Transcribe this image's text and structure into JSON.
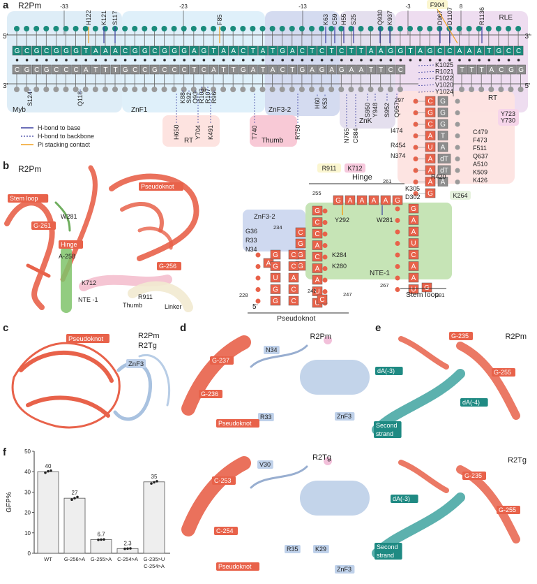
{
  "panel_a": {
    "letter": "a",
    "title": "R2Pm",
    "ends": {
      "top_left": "5'",
      "top_right": "3'",
      "bottom_left": "3'",
      "bottom_right": "5'"
    },
    "ticks": [
      "-33",
      "-23",
      "-13",
      "-3",
      "8"
    ],
    "top_strand": [
      "G",
      "C",
      "G",
      "C",
      "G",
      "G",
      "G",
      "T",
      "A",
      "A",
      "A",
      "C",
      "G",
      "G",
      "C",
      "G",
      "G",
      "G",
      "A",
      "G",
      "T",
      "A",
      "A",
      "C",
      "T",
      "A",
      "T",
      "G",
      "A",
      "C",
      "T",
      "C",
      "T",
      "C",
      "T",
      "T",
      "A",
      "A",
      "G",
      "G",
      "T",
      "A",
      "G",
      "C",
      "C",
      "A",
      "A",
      "A",
      "T",
      "G",
      "C",
      "C"
    ],
    "bottom_strand": [
      "C",
      "G",
      "C",
      "G",
      "C",
      "C",
      "C",
      "A",
      "T",
      "T",
      "T",
      "G",
      "C",
      "C",
      "G",
      "C",
      "C",
      "C",
      "T",
      "C",
      "A",
      "T",
      "T",
      "G",
      "A",
      "T",
      "A",
      "C",
      "T",
      "G",
      "A",
      "G",
      "A",
      "G",
      "A",
      "A",
      "T",
      "T",
      "C",
      "C"
    ],
    "bottom_strand_tail": [
      "T",
      "T",
      "T",
      "A",
      "C",
      "G",
      "G"
    ],
    "domains": [
      "Myb",
      "ZnF1",
      "RT",
      "Thumb",
      "ZnF3-2",
      "ZnK",
      "RLE",
      "RT"
    ],
    "top_residues": [
      "H122",
      "K121",
      "S117",
      "F85",
      "K63",
      "C59",
      "H55",
      "S25",
      "Q930",
      "K937",
      "D967",
      "D1107",
      "R1136",
      "F904"
    ],
    "bottom_residues": [
      "S124",
      "Q118",
      "K88",
      "S92",
      "Q93",
      "R103",
      "R107",
      "R96",
      "H650",
      "Y704",
      "K491",
      "T740",
      "R750",
      "H60",
      "K53",
      "N765",
      "C884",
      "S950",
      "Y948",
      "S952",
      "Q957"
    ],
    "right_residues": [
      "K1025",
      "R1021",
      "F1022",
      "V1020",
      "Y1024"
    ],
    "legend": [
      "H-bond to base",
      "H-bond to backbone",
      "Pi stacking contact"
    ],
    "rt_column": {
      "left": [
        "C",
        "G",
        "C",
        "A",
        "U",
        "A",
        "A",
        "A",
        "G"
      ],
      "right": [
        "G",
        "G",
        "G",
        "T",
        "A",
        "dT",
        "dT",
        "A"
      ],
      "number": "297",
      "left_residues": [
        "I474",
        "R454",
        "N374",
        "R420"
      ],
      "right_residues": [
        "Y723",
        "Y730",
        "C479",
        "F473",
        "F511",
        "Q637",
        "A510",
        "K509",
        "K426"
      ]
    }
  },
  "panel_b": {
    "letter": "b",
    "title": "R2Pm",
    "structure_labels": [
      "Stem loop",
      "Pseudoknot",
      "G-261",
      "W281",
      "Hinge",
      "A-258",
      "G-256",
      "K712",
      "R911",
      "NTE -1",
      "Thumb",
      "Linker"
    ],
    "hinge_label": "Hinge",
    "hinge_residues": [
      "R911",
      "K712"
    ],
    "hinge_numbers": [
      "255",
      "261"
    ],
    "hinge_bases": [
      "G",
      "A",
      "A",
      "A",
      "A",
      "G"
    ],
    "hinge_contacts": [
      "Y292",
      "W281"
    ],
    "domains": [
      "ZnF3-2",
      "NTE-1"
    ],
    "zinc_residues": [
      "G36",
      "R33",
      "N34"
    ],
    "pk_left": [
      "C",
      "G",
      "G",
      "G",
      "A"
    ],
    "pk_number": "234",
    "bottom_left": [
      "G",
      "G",
      "U",
      "G",
      "G"
    ],
    "bottom_left_number": "228",
    "bottom_five": "5'",
    "mid_column": [
      "G",
      "C",
      "C",
      "A",
      "C",
      "A",
      "A",
      "U",
      "U"
    ],
    "mid_left": [
      "C",
      "C",
      "A",
      "C",
      "C"
    ],
    "mid_residues": [
      "K284",
      "K280"
    ],
    "mid_numbers": [
      "242",
      "247"
    ],
    "mid_tail": "C",
    "right_column": [
      "G",
      "A",
      "A",
      "U",
      "C",
      "A",
      "A",
      "U"
    ],
    "right_tail": "G",
    "right_numbers": [
      "267",
      "281"
    ],
    "right_residues": [
      "K305",
      "D302",
      "K264"
    ],
    "footer": [
      "Pseudoknot",
      "Stem loop"
    ]
  },
  "panel_c": {
    "letter": "c",
    "labels": [
      "R2Pm",
      "R2Tg",
      "Pseudoknot",
      "ZnF3"
    ]
  },
  "panel_d": {
    "letter": "d",
    "top": {
      "title": "R2Pm",
      "labels": [
        "N34",
        "G-237",
        "G-236",
        "R33",
        "Pseudoknot",
        "ZnF3"
      ]
    },
    "bottom": {
      "title": "R2Tg",
      "labels": [
        "V30",
        "C-253",
        "C-254",
        "K29",
        "R35",
        "Pseudoknot",
        "ZnF3"
      ]
    }
  },
  "panel_e": {
    "letter": "e",
    "top": {
      "title": "R2Pm",
      "labels": [
        "G-235",
        "G-255",
        "dA(-3)",
        "dA(-4)",
        "Second\nstrand"
      ]
    },
    "bottom": {
      "title": "R2Tg",
      "labels": [
        "G-235",
        "G-255",
        "dA(-3)",
        "Second\nstrand"
      ]
    }
  },
  "panel_f": {
    "letter": "f"
  },
  "chart_data": {
    "type": "bar",
    "ylabel": "GFP%",
    "ylim": [
      0,
      50
    ],
    "yticks": [
      0,
      10,
      20,
      30,
      40,
      50
    ],
    "categories": [
      "WT",
      "G-256>A",
      "G-255>A",
      "C-254>A",
      "G-235>U\nC-254>A"
    ],
    "values": [
      40,
      27,
      6.7,
      2.3,
      35
    ],
    "labels": [
      "40",
      "27",
      "6.7",
      "2.3",
      "35"
    ],
    "replicates": [
      [
        39.5,
        40.2,
        40.5
      ],
      [
        26.3,
        27.0,
        27.6
      ],
      [
        6.6,
        6.7,
        6.8
      ],
      [
        2.2,
        2.3,
        2.4
      ],
      [
        34.2,
        34.8,
        35.3
      ]
    ],
    "bar_color": "#eeeeee",
    "grid": false
  },
  "colors": {
    "teal": "#1a8b7c",
    "gray": "#8d8d8d",
    "salmon": "#e8624a",
    "base_bond": "#3a3fa0",
    "backbone_bond": "#3a3fa0",
    "pi": "#f0a020",
    "myb": "#d8eaf6",
    "znf1": "#dbeefa",
    "rt": "#fde3e0",
    "thumb": "#f8c9d6",
    "znf32": "#cfd7ee",
    "znk": "#e1dcec",
    "rle": "#ecd9ee",
    "green": "#c6e4b6"
  }
}
